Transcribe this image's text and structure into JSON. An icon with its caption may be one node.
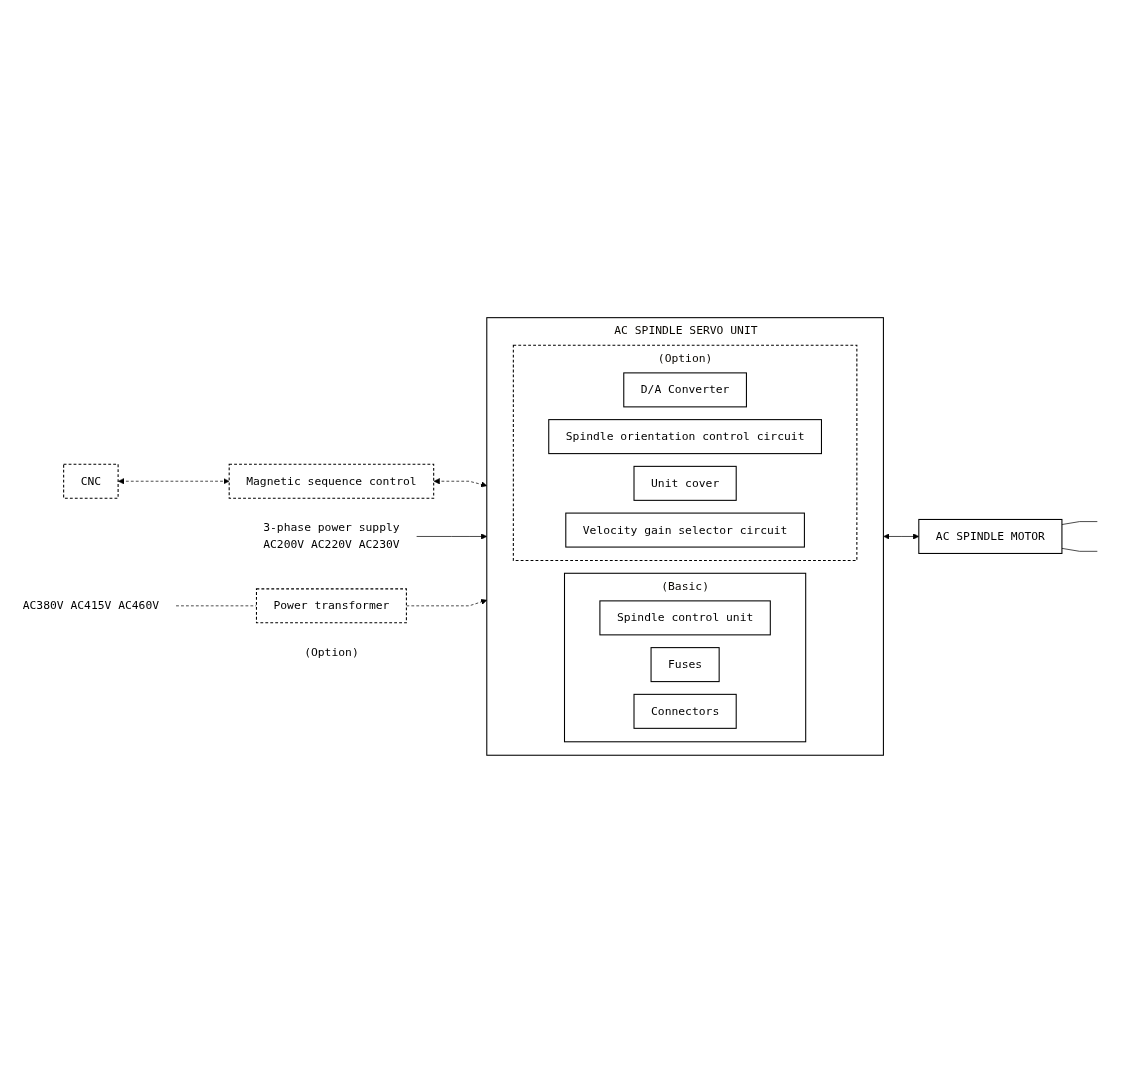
{
  "diagram": {
    "nodes": [
      {
        "text": [
          "CNC"
        ]
      },
      {
        "text": [
          "Magnetic sequence control"
        ]
      },
      {
        "text": [
          "AC SPINDLE SERVO UNIT"
        ]
      },
      {
        "text": [
          "(Basic)"
        ],
        "in": 2
      },
      {
        "text": [
          "Spindle control unit"
        ],
        "in": 3
      },
      {
        "text": [
          "Fuses"
        ],
        "in": 3
      },
      {
        "text": [
          "Connectors"
        ],
        "in": 3
      },
      {
        "text": [
          "(Option)"
        ],
        "in": 2
      },
      {
        "text": [
          "D/A Converter"
        ],
        "in": 7
      },
      {
        "text": [
          "Spindle orientation control circuit"
        ],
        "in": 7
      },
      {
        "text": [
          "Unit cover"
        ],
        "in": 7
      },
      {
        "text": [
          "Velocity gain selector circuit"
        ],
        "in": 7
      },
      {
        "text": [
          "AC SPINDLE MOTOR"
        ]
      },
      {
        "text": [
          "3-phase power supply",
          "AC200V AC220V AC230V"
        ]
      },
      {
        "text": [
          "AC380V AC415V AC460V"
        ]
      },
      {
        "text": [
          "Power transformer"
        ],
        "beside": [
          "(Option)"
        ]
      }
    ],
    "edges": [
      {
        "from": 0,
        "to": 1,
        "arrow": "both",
        "style": "dashed"
      },
      {
        "from": 1,
        "to": 2,
        "arrow": "both",
        "style": "dashed"
      },
      {
        "from": 2,
        "to": 12,
        "arrow": "both"
      },
      {
        "from": 12,
        "to": null,
        "arrow": "none"
      },
      {
        "from": 12,
        "to": null,
        "arrow": "none"
      },
      {
        "from": 13,
        "to": 2,
        "arrow": "to"
      },
      {
        "from": 14,
        "to": 15,
        "arrow": "none",
        "style": "dashed"
      },
      {
        "from": 15,
        "to": 2,
        "arrow": "to",
        "style": "dashed"
      }
    ]
  }
}
